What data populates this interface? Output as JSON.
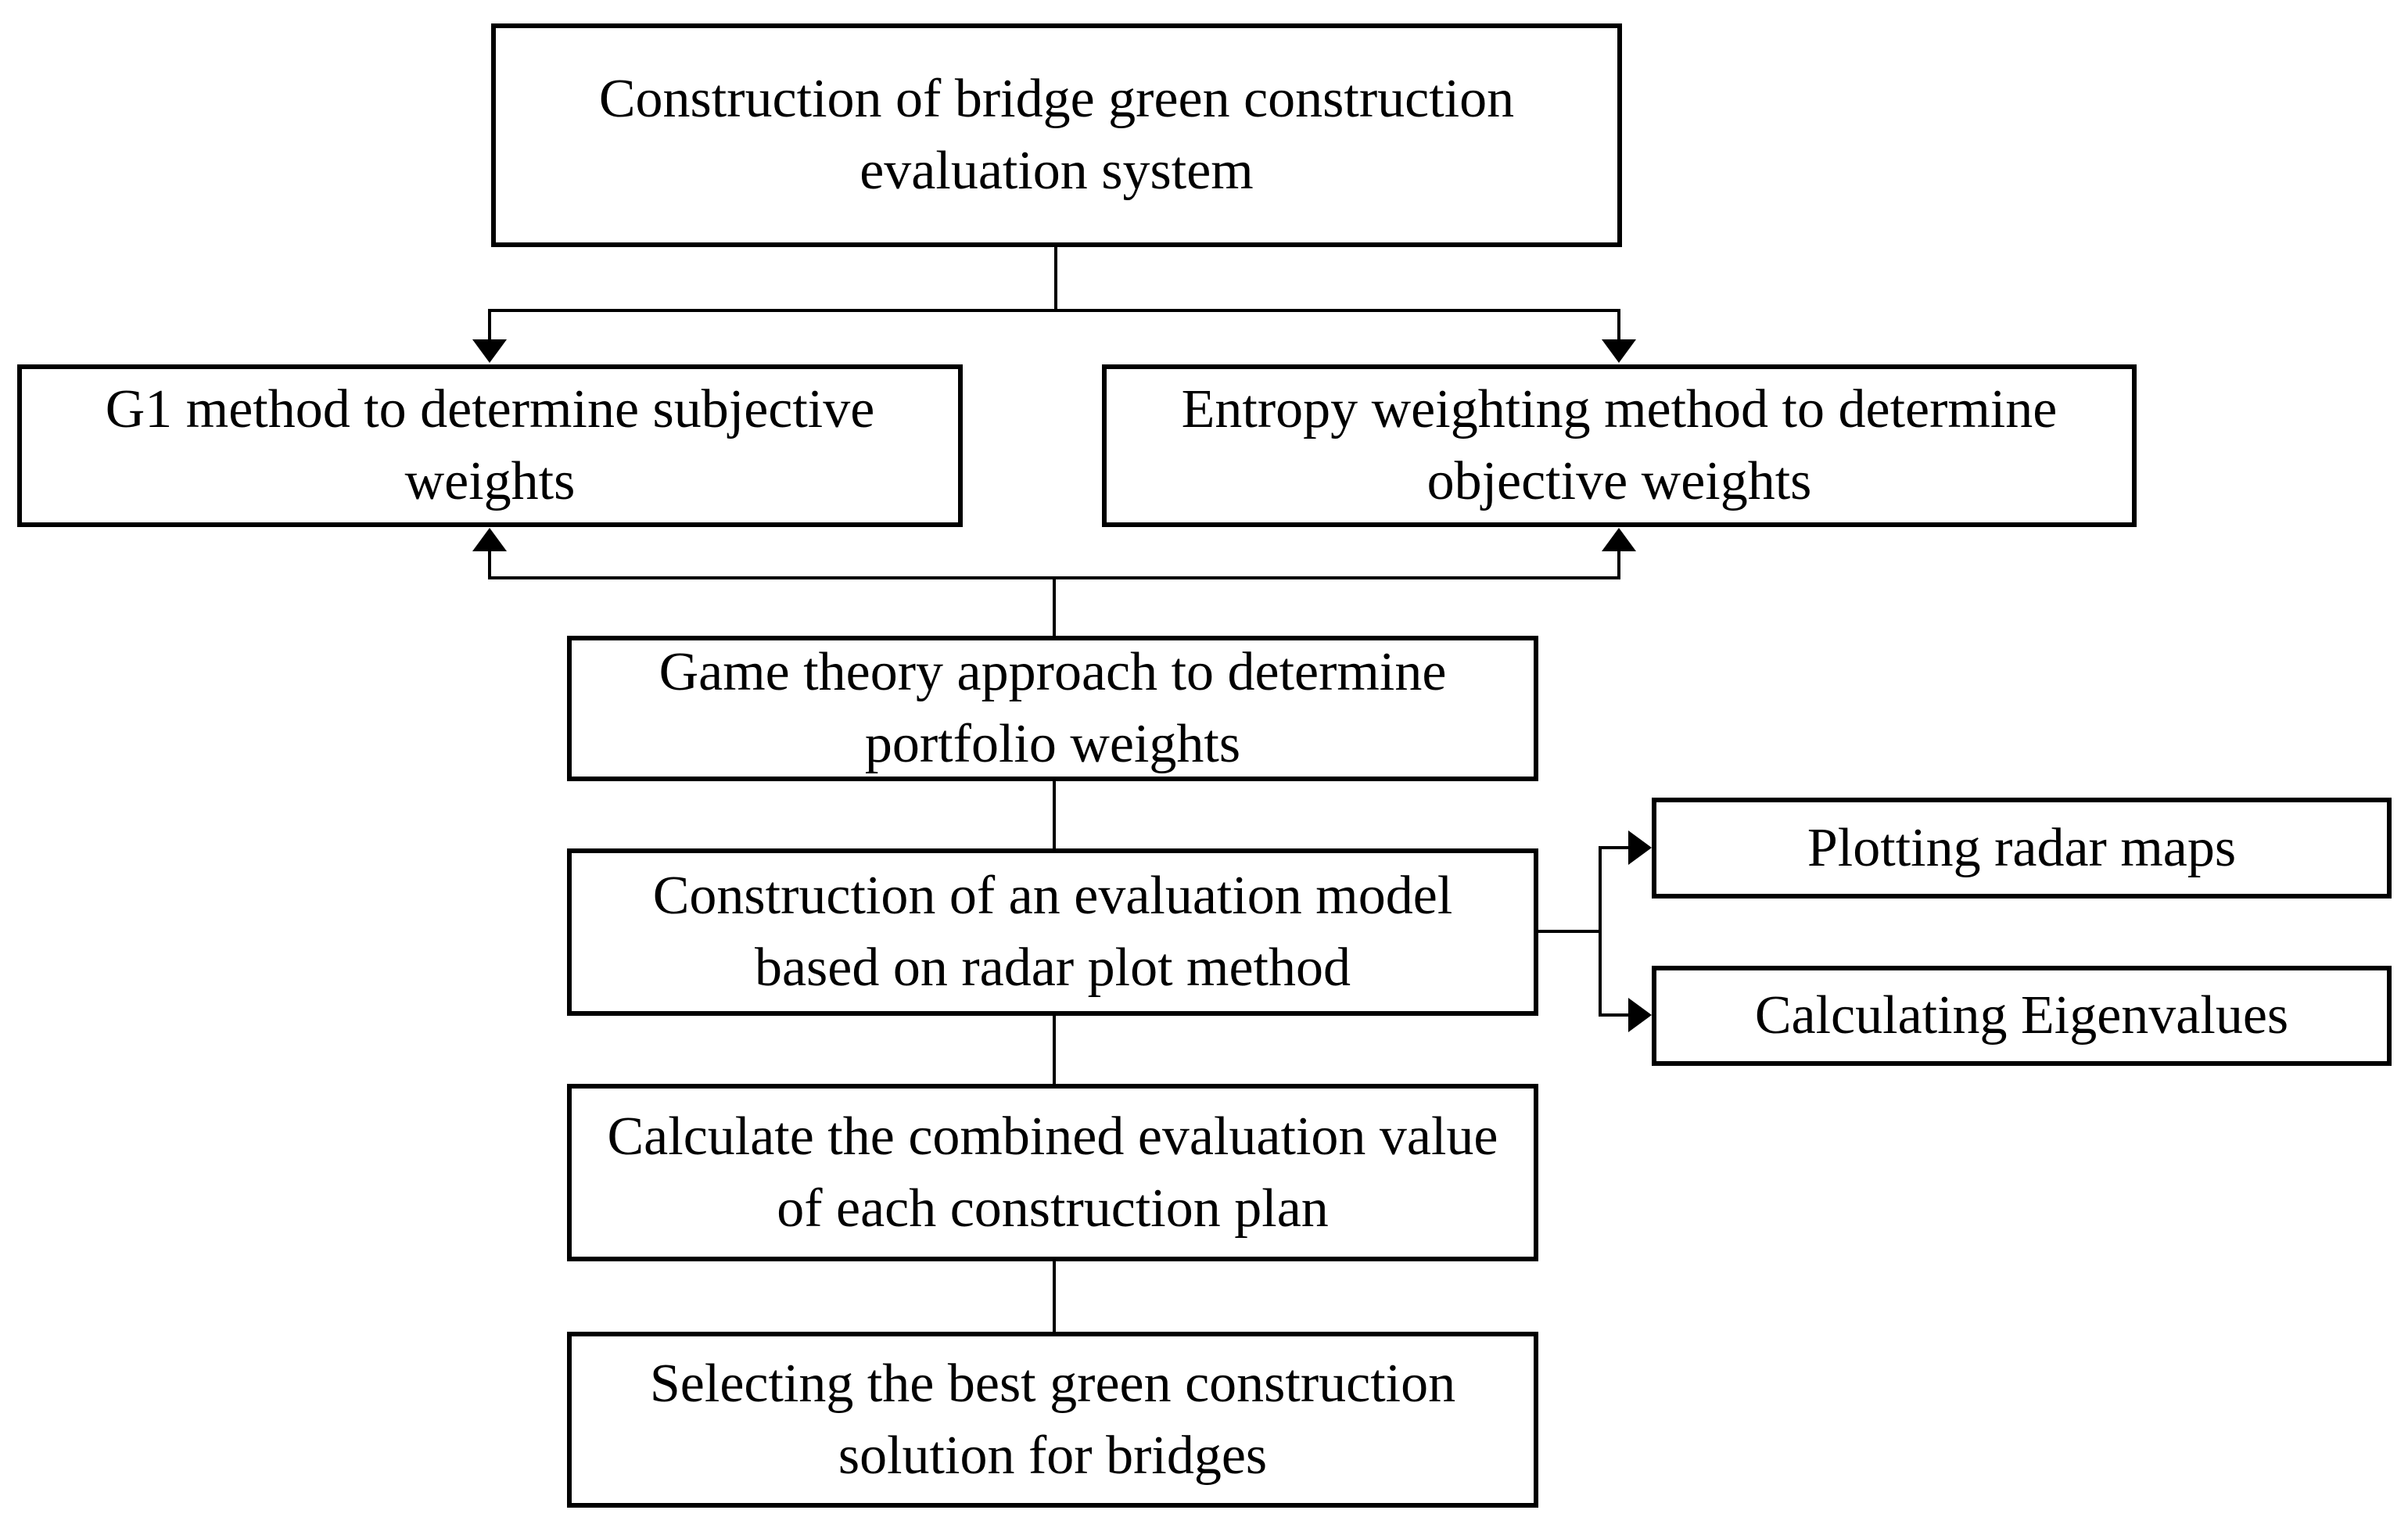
{
  "figure": {
    "type": "flowchart",
    "ink_color": "#000000",
    "paper_color": "#ffffff"
  },
  "nodes": {
    "root": {
      "lines": [
        "Construction of bridge green construction",
        "evaluation system"
      ]
    },
    "g1": {
      "lines": [
        "G1 method to determine subjective",
        "weights"
      ]
    },
    "entropy": {
      "lines": [
        "Entropy weighting method to determine",
        "objective weights"
      ]
    },
    "game": {
      "lines": [
        "Game theory approach to determine",
        "portfolio weights"
      ]
    },
    "radar": {
      "lines": [
        "Construction of an evaluation model",
        "based on radar plot method"
      ]
    },
    "plot": {
      "lines": [
        "Plotting radar maps"
      ]
    },
    "eigen": {
      "lines": [
        "Calculating Eigenvalues"
      ]
    },
    "combined": {
      "lines": [
        "Calculate the combined evaluation value",
        "of each construction plan"
      ]
    },
    "select": {
      "lines": [
        "Selecting the best green construction",
        "solution for bridges"
      ]
    }
  }
}
